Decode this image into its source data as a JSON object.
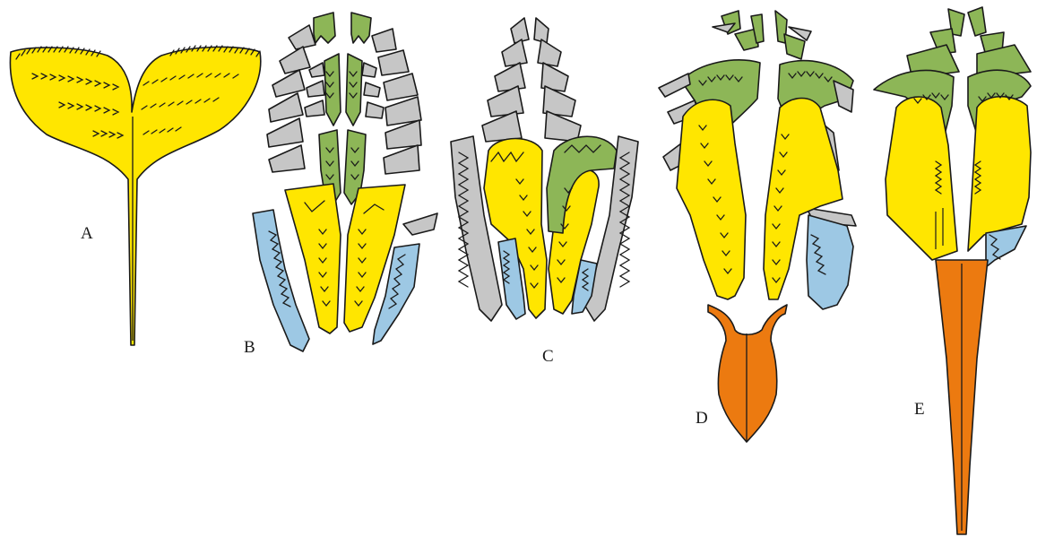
{
  "figure": {
    "panels": [
      {
        "id": "A",
        "label": "A"
      },
      {
        "id": "B",
        "label": "B"
      },
      {
        "id": "C",
        "label": "C"
      },
      {
        "id": "D",
        "label": "D"
      },
      {
        "id": "E",
        "label": "E"
      }
    ]
  },
  "colors": {
    "yellow": "#FFE600",
    "green": "#8DB657",
    "gray": "#C6C6C6",
    "blue": "#9DC8E4",
    "orange": "#EC7A10",
    "outline": "#1a1a1a"
  }
}
